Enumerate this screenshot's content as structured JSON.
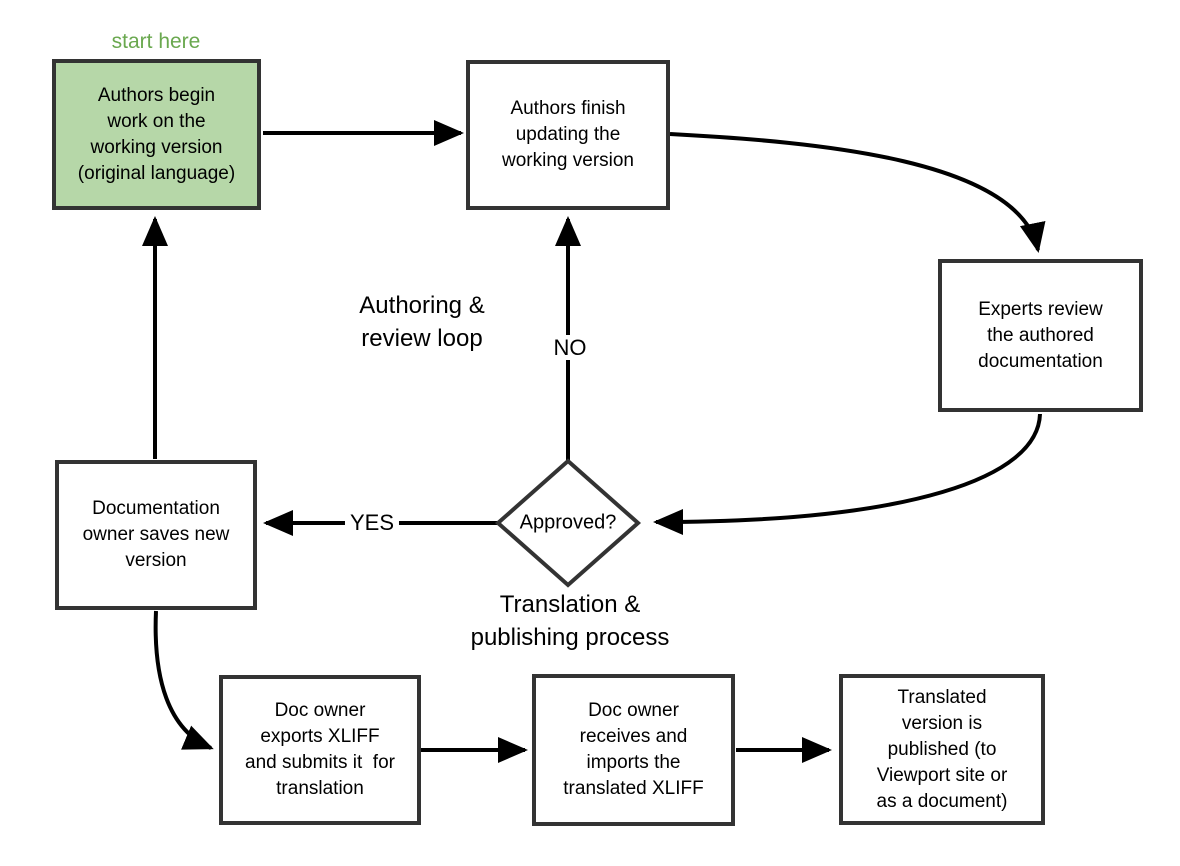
{
  "labels": {
    "start_here": "start here",
    "authoring_loop": "Authoring &\nreview loop",
    "translation_process": "Translation &\npublishing process",
    "no": "NO",
    "yes": "YES"
  },
  "nodes": {
    "start": {
      "text": "Authors begin\nwork on the\nworking version\n(original language)"
    },
    "finish_update": {
      "text": "Authors finish\nupdating the\nworking version"
    },
    "experts_review": {
      "text": "Experts review\nthe authored\ndocumentation"
    },
    "save_version": {
      "text": "Documentation\nowner saves new\nversion"
    },
    "export_xliff": {
      "text": "Doc owner\nexports XLIFF\nand submits it  for\ntranslation"
    },
    "import_xliff": {
      "text": "Doc owner\nreceives and\nimports the\ntranslated XLIFF"
    },
    "publish": {
      "text": "Translated\nversion is\npublished (to\nViewport site or\nas a document)"
    }
  },
  "decision": {
    "text": "Approved?"
  },
  "colors": {
    "start_node_fill": "#b6d7a8",
    "start_here_text": "#6aa84f",
    "node_border": "#333333",
    "arrow": "#000000",
    "text": "#000000",
    "background": "#ffffff"
  }
}
